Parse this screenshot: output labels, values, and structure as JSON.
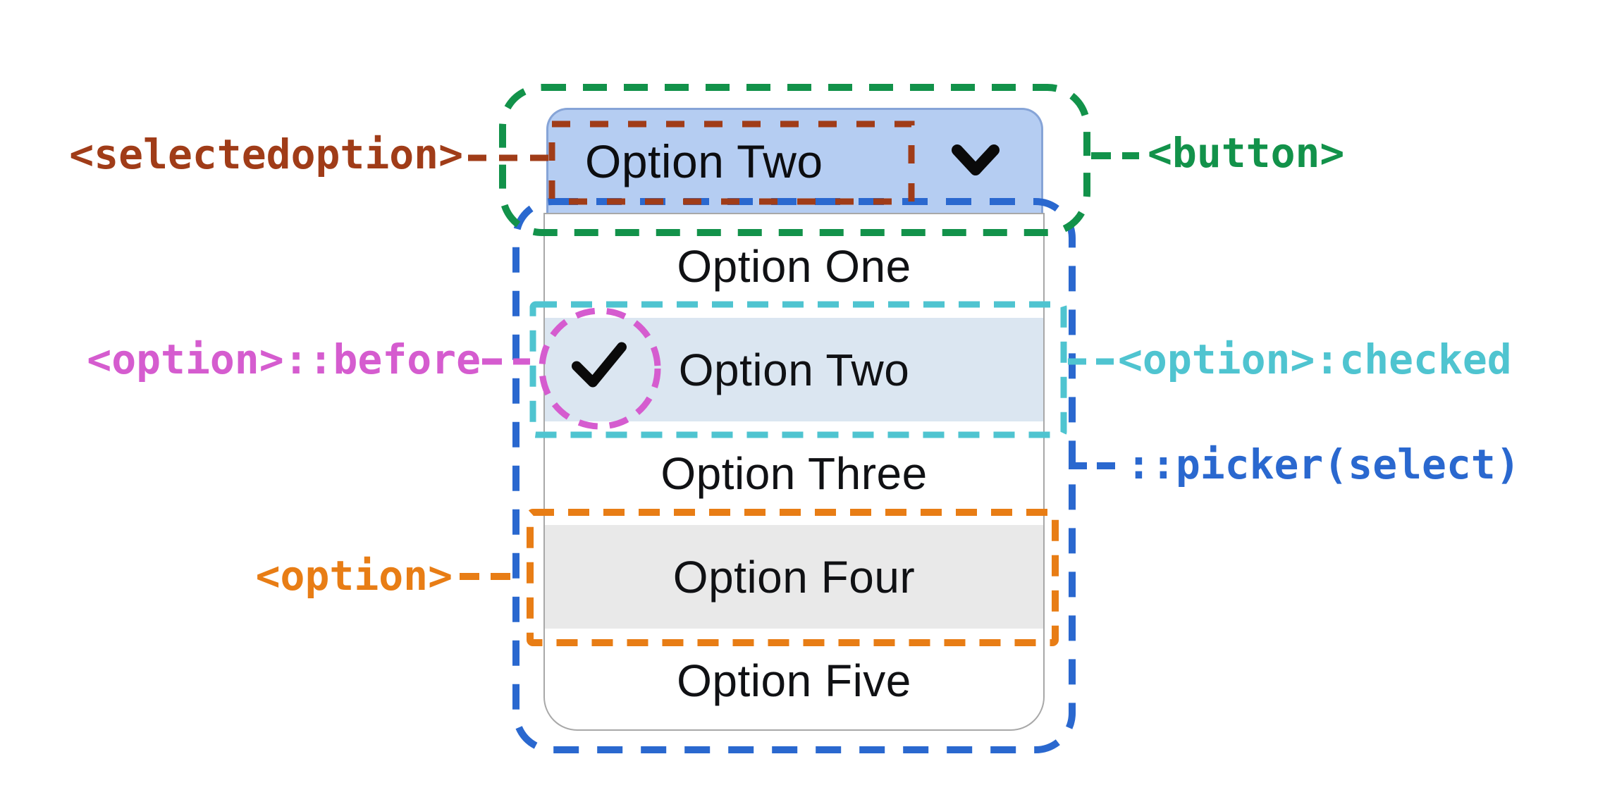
{
  "select": {
    "button": {
      "selected_label": "Option Two",
      "chevron_icon": "chevron-down",
      "fill_color": "#b5cdf2",
      "border_color": "#86a4d7"
    },
    "options": [
      {
        "label": "Option One",
        "state": "normal"
      },
      {
        "label": "Option Two",
        "state": "checked",
        "check_icon": "checkmark",
        "bg_color": "#dbe6f1"
      },
      {
        "label": "Option Three",
        "state": "normal"
      },
      {
        "label": "Option Four",
        "state": "hover",
        "bg_color": "#e9e9e9"
      },
      {
        "label": "Option Five",
        "state": "normal"
      }
    ]
  },
  "annotations": {
    "selectedoption": {
      "label": "<selectedoption>",
      "color": "#A03C18",
      "target": "selected option text inside button"
    },
    "button": {
      "label": "<button>",
      "color": "#12924A",
      "target": "select trigger button"
    },
    "option_before": {
      "label": "<option>::before",
      "color": "#D55CCF",
      "target": "checkmark pseudo-element"
    },
    "option_checked": {
      "label": "<option>:checked",
      "color": "#4FC4D0",
      "target": "checked option row"
    },
    "picker": {
      "label": "::picker(select)",
      "color": "#2A68CF",
      "target": "dropdown listbox"
    },
    "option": {
      "label": "<option>",
      "color": "#E87D15",
      "target": "hovered option row"
    }
  }
}
